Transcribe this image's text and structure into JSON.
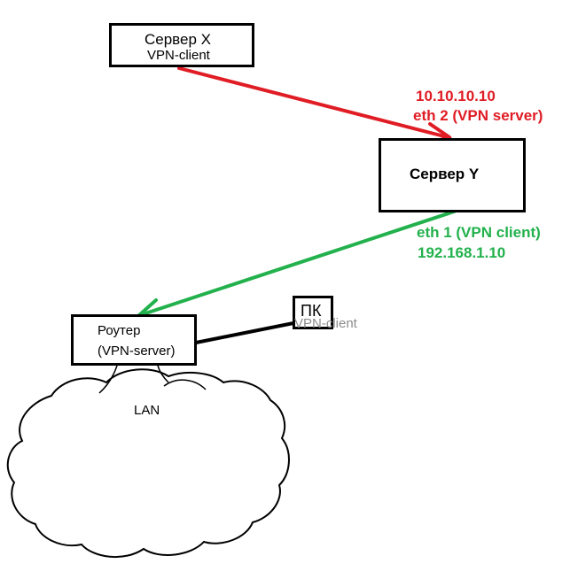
{
  "nodes": {
    "server_x": {
      "title": "Сервер X",
      "subtitle": "VPN-client"
    },
    "server_y": {
      "title": "Сервер Y"
    },
    "router": {
      "title": "Роутер",
      "subtitle": "(VPN-server)"
    },
    "pc": {
      "title": "ПК",
      "subtitle": "VPN-client"
    },
    "lan": {
      "title": "LAN"
    }
  },
  "links": {
    "eth2": {
      "ip": "10.10.10.10",
      "label": "eth 2 (VPN server)",
      "color": "#e01c24"
    },
    "eth1": {
      "label": "eth 1 (VPN client)",
      "ip": "192.168.1.10",
      "color": "#22b14c"
    },
    "pc_router": {
      "color": "#000000"
    }
  },
  "colors": {
    "box_border": "#000000",
    "pc_subtitle": "#8c8c8c"
  }
}
